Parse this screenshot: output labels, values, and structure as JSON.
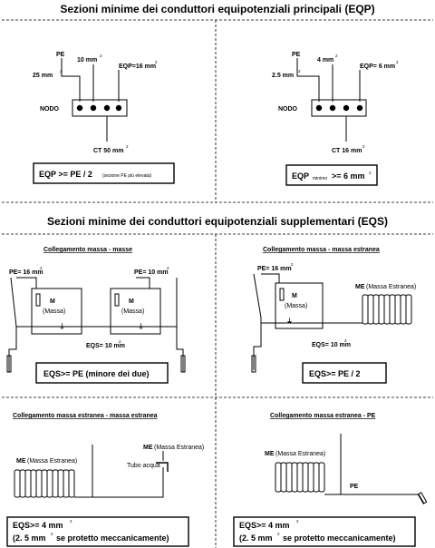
{
  "header": {
    "title_eqp": "Sezioni minime dei conduttori equipotenziali principali (EQP)",
    "title_eqs": "Sezioni minime dei conduttori equipotenziali supplementari (EQS)"
  },
  "eqp_left": {
    "pe": "PE",
    "pe_size": "25 mm",
    "mid_size": "10 mm",
    "eqp_size": "EQP=16 mm",
    "nodo": "NODO",
    "ct": "CT 50 mm",
    "sup2": "2",
    "formula_main": "EQP >= PE / 2",
    "formula_note": "(sezione PE più elevata)"
  },
  "eqp_right": {
    "pe": "PE",
    "pe_size": "2.5 mm",
    "mid_size": "4 mm",
    "eqp_size": "EQP= 6 mm",
    "nodo": "NODO",
    "ct": "CT 16 mm",
    "sup2": "2",
    "formula_prefix": "EQP",
    "formula_sub": "minimo",
    "formula_main": ">= 6 mm"
  },
  "eqs_tl": {
    "subtitle": "Collegamento massa - masse",
    "pe_left": "PE= 16 mm",
    "pe_right": "PE= 10 mm",
    "m": "M",
    "massa": "(Massa)",
    "eqs": "EQS= 10 mm",
    "sup2": "2",
    "formula": "EQS>= PE (minore dei due)"
  },
  "eqs_tr": {
    "subtitle": "Collegamento massa - massa estranea",
    "pe": "PE= 16 mm",
    "m": "M",
    "massa": "(Massa)",
    "me": "ME",
    "me_note": "(Massa Estranea)",
    "eqs": "EQS= 10 mm",
    "sup2": "2",
    "formula": "EQS>= PE / 2"
  },
  "eqs_bl": {
    "subtitle": "Collegamento massa estranea - massa estranea",
    "me_left": "ME",
    "me_left_note": "(Massa Estranea)",
    "me_right": "ME",
    "me_right_note": "(Massa Estranea)",
    "pipe": "Tubo acqua",
    "sup2": "2",
    "formula_line1": "EQS>= 4 mm",
    "formula_line2": "(2. 5 mm",
    "formula_line2b": "se protetto meccanicamente)"
  },
  "eqs_br": {
    "subtitle": "Collegamento massa estranea - PE",
    "me": "ME",
    "me_note": "(Massa Estranea)",
    "pe": "PE",
    "sup2": "2",
    "formula_line1": "EQS>= 4 mm",
    "formula_line2": "(2. 5 mm",
    "formula_line2b": "se protetto meccanicamente)"
  }
}
